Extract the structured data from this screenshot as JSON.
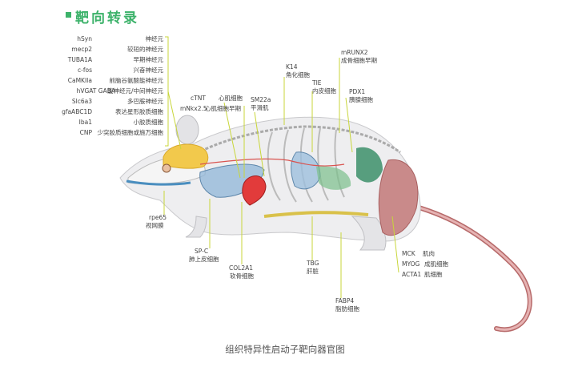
{
  "title": "靶向转录",
  "caption": "组织特异性启动子靶向器官图",
  "neuron_labels": [
    {
      "promoter": "hSyn",
      "cell": "神经元"
    },
    {
      "promoter": "mecp2",
      "cell": "较短的神经元"
    },
    {
      "promoter": "TUBA1A",
      "cell": "早期神经元"
    },
    {
      "promoter": "c-fos",
      "cell": "兴奋神经元"
    },
    {
      "promoter": "CaMKIIa",
      "cell": "前脑谷氨酸能神经元"
    },
    {
      "promoter": "hVGAT GABA",
      "cell": "能神经元/中间神经元"
    },
    {
      "promoter": "Slc6a3",
      "cell": "多巴胺神经元"
    },
    {
      "promoter": "gfaABC1D",
      "cell": "表达星形胶质细胞"
    },
    {
      "promoter": "Iba1",
      "cell": "小胶质细胞"
    },
    {
      "promoter": "CNP",
      "cell": "少突胶质细胞或施万细胞"
    }
  ],
  "heart_labels": {
    "ctnt": "cTNT",
    "ctnt_cell": "心肌细胞",
    "nkx": "mNkx2.5",
    "nkx_cell": "心肌细胞早期"
  },
  "sm22a": {
    "promoter": "SM22a",
    "cell": "平滑肌"
  },
  "k14": {
    "promoter": "K14",
    "cell": "角化细胞"
  },
  "tie": {
    "promoter": "TIE",
    "cell": "内皮细胞"
  },
  "mrunx2": {
    "promoter": "mRUNX2",
    "cell": "成骨细胞早期"
  },
  "pdx1": {
    "promoter": "PDX1",
    "cell": "胰腺细胞"
  },
  "rpe65": {
    "promoter": "rpe65",
    "cell": "视网膜"
  },
  "spc": {
    "promoter": "SP-C",
    "cell": "肺上皮细胞"
  },
  "col2a1": {
    "promoter": "COL2A1",
    "cell": "软骨细胞"
  },
  "tbg": {
    "promoter": "TBG",
    "cell": "肝脏"
  },
  "fabp4": {
    "promoter": "FABP4",
    "cell": "脂肪细胞"
  },
  "muscle_labels": [
    {
      "promoter": "MCK",
      "cell": "肌肉"
    },
    {
      "promoter": "MYOG",
      "cell": "成肌细胞"
    },
    {
      "promoter": "ACTA1",
      "cell": "肌细胞"
    }
  ],
  "colors": {
    "title": "#3cb26a",
    "bracket": "#c8d63a",
    "brain": "#f2c94c",
    "heart": "#e23b3b",
    "lung": "#8fb6d8",
    "muscle": "#c98a8a",
    "tail": "#d89a9a"
  }
}
